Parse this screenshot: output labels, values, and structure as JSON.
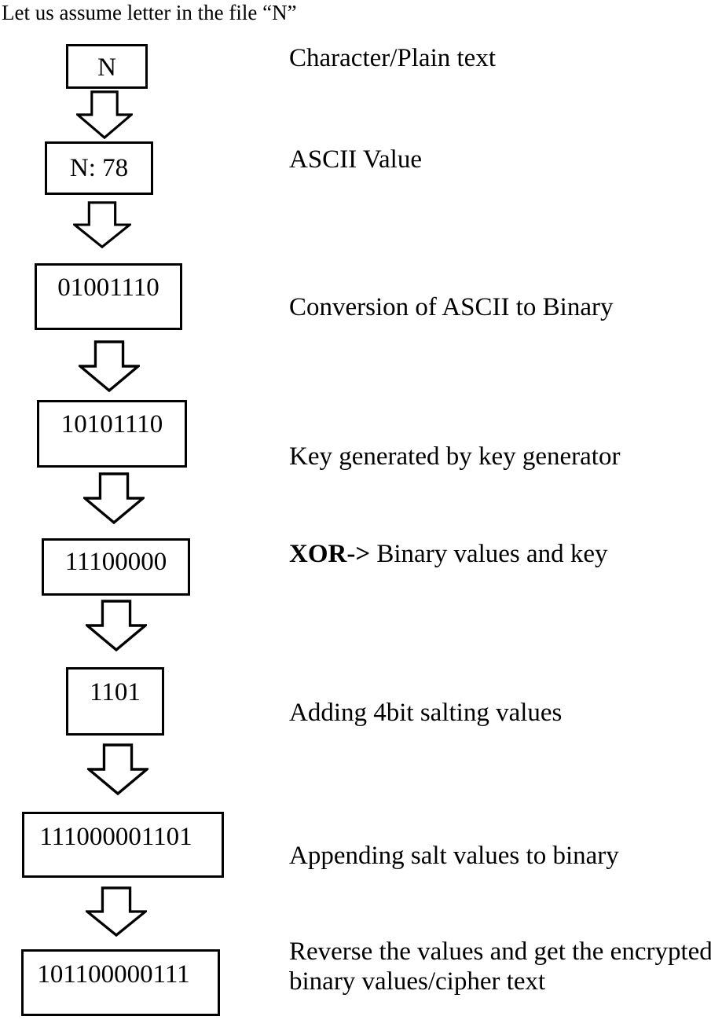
{
  "title": "Let us assume letter in the file “N”",
  "colors": {
    "ink": "#000000",
    "paper": "#ffffff"
  },
  "flowchart": {
    "arrow_glyph": "hollow-down-block-arrow",
    "steps": [
      {
        "box_text": "N",
        "label": "Character/Plain text"
      },
      {
        "box_text": "N: 78",
        "label": "ASCII Value"
      },
      {
        "box_text": "01001110",
        "label": "Conversion of ASCII to Binary"
      },
      {
        "box_text": "10101110",
        "label": "Key generated by key generator"
      },
      {
        "box_text": "11100000",
        "label_bold": "XOR->",
        "label": " Binary values and key"
      },
      {
        "box_text": "1101",
        "label": "Adding 4bit salting values"
      },
      {
        "box_text": "111000001101",
        "label": "Appending salt values to binary"
      },
      {
        "box_text": "101100000111",
        "label": "Reverse the values and get the encrypted binary values/cipher text"
      }
    ]
  }
}
